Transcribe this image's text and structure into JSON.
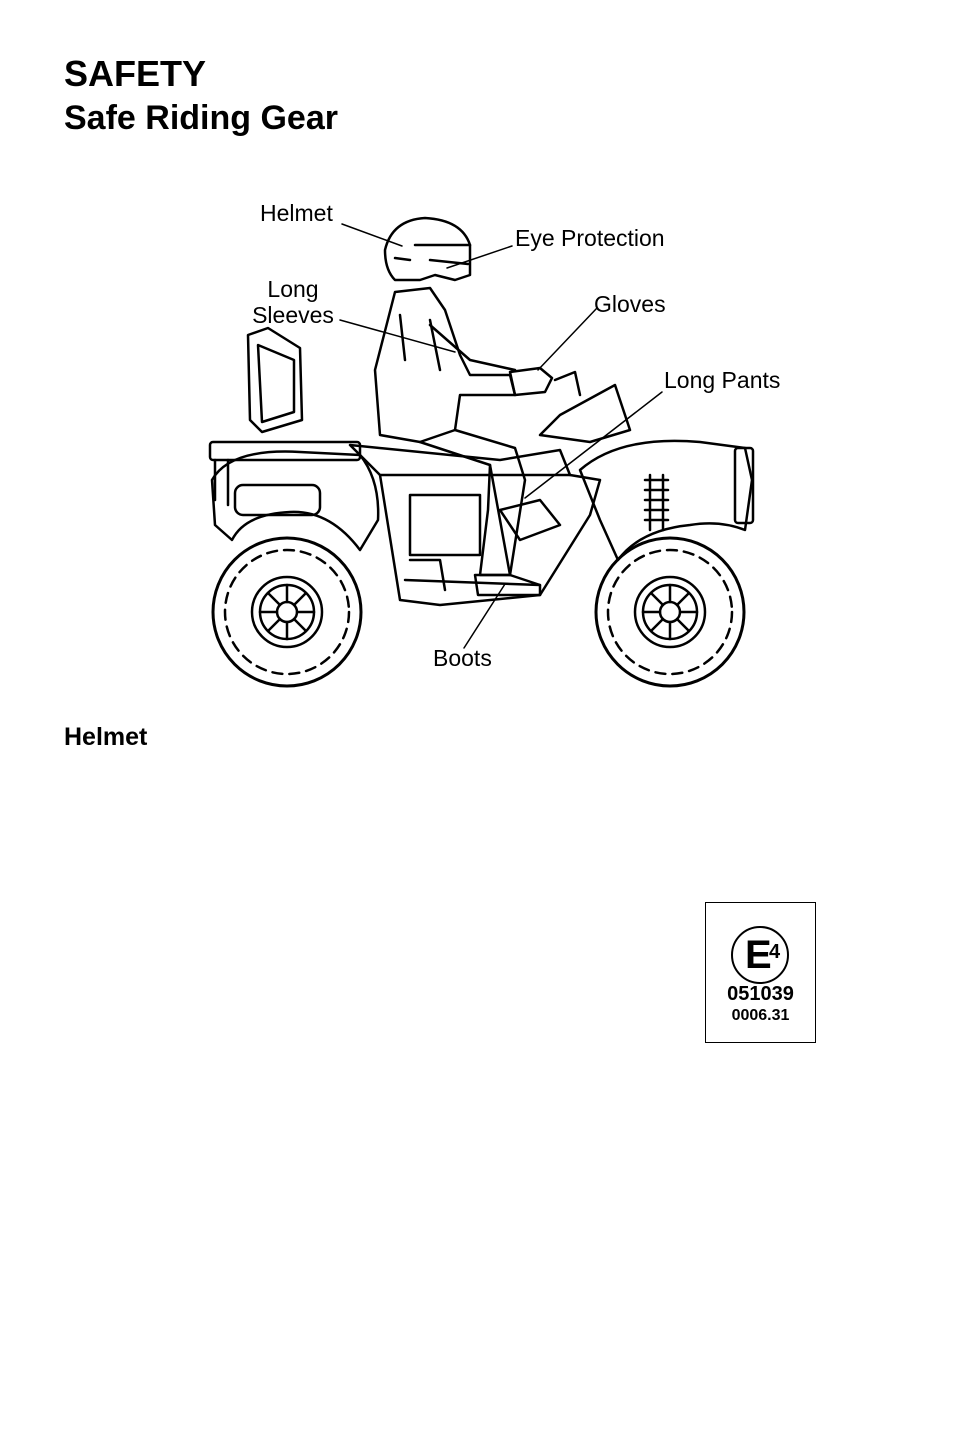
{
  "header": {
    "section": "SAFETY",
    "title": "Safe Riding Gear"
  },
  "figure": {
    "callouts": {
      "helmet": "Helmet",
      "eye_protection": "Eye Protection",
      "long_sleeves_line1": "Long",
      "long_sleeves_line2": "Sleeves",
      "gloves": "Gloves",
      "long_pants": "Long Pants",
      "boots": "Boots"
    }
  },
  "helmet_section": {
    "heading": "Helmet"
  },
  "approval_label": {
    "letter": "E",
    "country_code": "4",
    "approval_number": "051039",
    "serial": "0006.31"
  }
}
